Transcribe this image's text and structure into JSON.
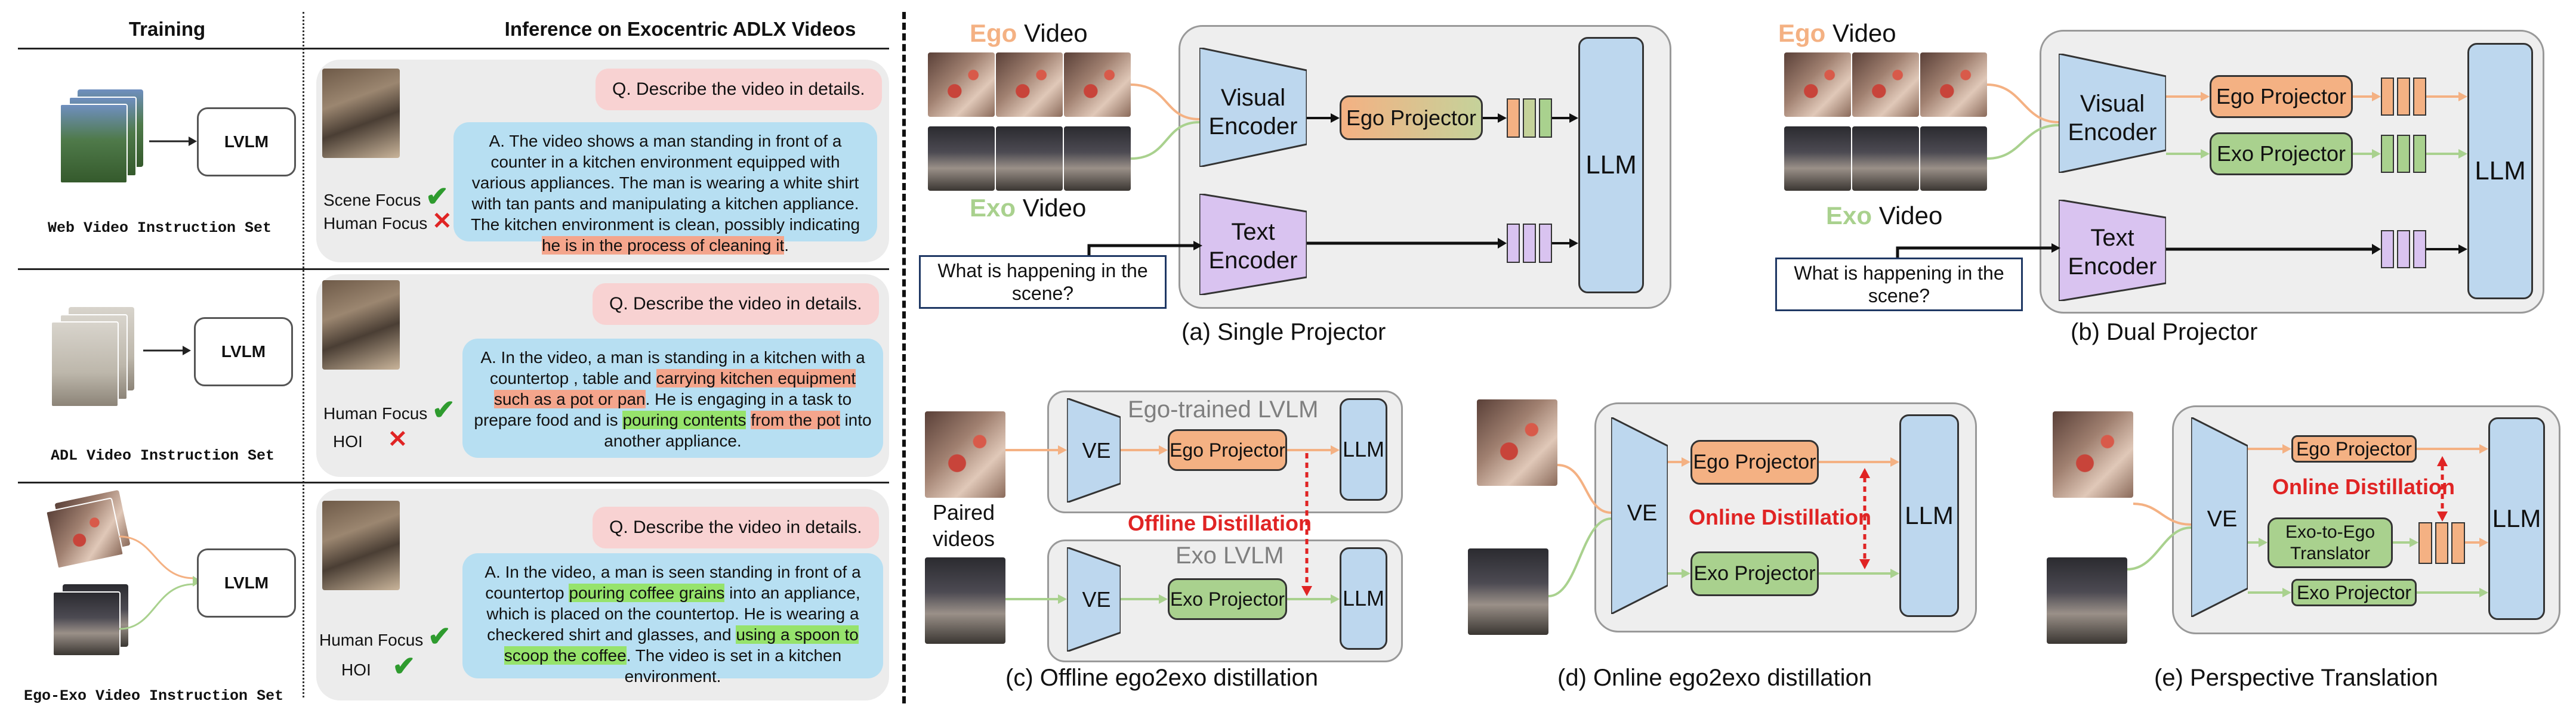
{
  "left": {
    "training_header": "Training",
    "inference_header": "Inference on Exocentric ADLX Videos",
    "lvlm_label": "LVLM",
    "rows": [
      {
        "set_name": "Web Video Instruction Set",
        "question": "Q. Describe the video in details.",
        "answer_parts": [
          {
            "t": "A. The video shows a man standing in front of a counter in a kitchen environment equipped with various appliances. The man is wearing a white shirt with tan pants and manipulating a kitchen appliance. The kitchen environment is clean, possibly indicating ",
            "h": ""
          },
          {
            "t": "he is in the process of cleaning it",
            "h": "red"
          },
          {
            "t": ".",
            "h": ""
          }
        ],
        "focus": [
          {
            "label": "Scene  Focus",
            "mark": "check"
          },
          {
            "label": "Human Focus",
            "mark": "cross"
          }
        ]
      },
      {
        "set_name": "ADL Video Instruction Set",
        "question": "Q. Describe the video in details.",
        "answer_parts": [
          {
            "t": "A. In the video, a man is standing in a kitchen with a countertop , table and ",
            "h": ""
          },
          {
            "t": "carrying kitchen equipment such as a pot or pan",
            "h": "red"
          },
          {
            "t": ". He is engaging in a task to prepare food and is ",
            "h": ""
          },
          {
            "t": "pouring contents",
            "h": "green"
          },
          {
            "t": " ",
            "h": ""
          },
          {
            "t": "from the pot",
            "h": "red"
          },
          {
            "t": " into another appliance.",
            "h": ""
          }
        ],
        "focus": [
          {
            "label": "Human Focus",
            "mark": "check"
          },
          {
            "label": "HOI",
            "mark": "cross"
          }
        ]
      },
      {
        "set_name": "Ego-Exo Video Instruction Set",
        "question": "Q. Describe the video in details.",
        "answer_parts": [
          {
            "t": "A. In the video, a man is seen standing in front of a countertop ",
            "h": ""
          },
          {
            "t": "pouring coffee grains",
            "h": "green"
          },
          {
            "t": " into an appliance, which is placed on the countertop. He is wearing a checkered shirt and glasses, and ",
            "h": ""
          },
          {
            "t": "using a spoon to scoop the coffee",
            "h": "green"
          },
          {
            "t": ". The video is set in a kitchen environment.",
            "h": ""
          }
        ],
        "focus": [
          {
            "label": "Human Focus",
            "mark": "check"
          },
          {
            "label": "HOI",
            "mark": "check"
          }
        ]
      }
    ]
  },
  "right": {
    "ego_word": "Ego",
    "exo_word": "Exo",
    "video_word": " Video",
    "visual_encoder": "Visual Encoder",
    "text_encoder": "Text Encoder",
    "ego_projector": "Ego Projector",
    "exo_projector": "Exo Projector",
    "llm": "LLM",
    "ve": "VE",
    "question_text": "What is happening in the scene?",
    "cap_a": "(a) Single Projector",
    "cap_b": "(b) Dual Projector",
    "cap_c": "(c) Offline ego2exo distillation",
    "cap_d": "(d) Online ego2exo distillation",
    "cap_e": "(e) Perspective Translation",
    "ego_trained": "Ego-trained LVLM",
    "exo_lvlm": "Exo LVLM",
    "paired_videos": "Paired videos",
    "offline_distillation": "Offline Distillation",
    "online_distillation": "Online Distillation",
    "exo_to_ego": "Exo-to-Ego Translator",
    "colors": {
      "ego": "#f4b183",
      "exo": "#a9d18e",
      "llm": "#bdd7ee",
      "encoder": "#bdd7ee",
      "text_encoder": "#d9c3f0",
      "distill": "#e02424"
    }
  }
}
